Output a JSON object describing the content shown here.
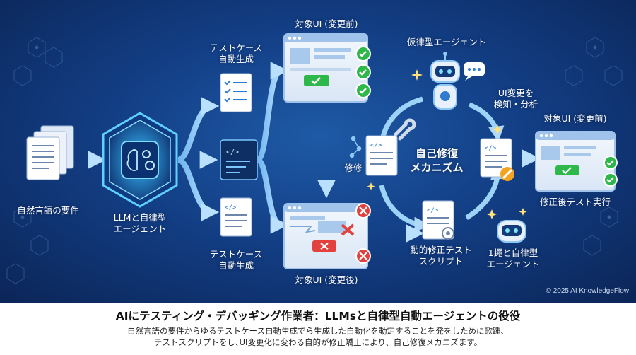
{
  "labels": {
    "requirements": "自然言語の要件",
    "llm_line1": "LLMと自律型",
    "llm_line2": "エージェント",
    "testcase_top_line1": "テストケース",
    "testcase_top_line2": "自動生成",
    "testcase_bottom_line1": "テストケース",
    "testcase_bottom_line2": "自動生成",
    "ui_before": "対象UI (変更前)",
    "ui_after": "対象UI (変更後)",
    "virtual_agent": "仮律型エージェント",
    "detect_line1": "UI変更を",
    "detect_line2": "検知・分析",
    "self_repair_line1": "自己修復",
    "self_repair_line2": "メカニズム",
    "repair": "修修",
    "dynamic_line1": "動的修正テスト",
    "dynamic_line2": "スクリプト",
    "ui_before_right": "対象UI (変更前)",
    "post_fix": "修正後テスト実行",
    "agent_right_line1": "1䵷と自律型",
    "agent_right_line2": "エージェント"
  },
  "copyright": "© 2025 AI KnowledgeFlow",
  "footer": {
    "title": "AIにテスティング・デバッギング作業者：LLMsと自律型自動エージェントの役役",
    "desc_line1": "自然言語の要件からゆるテストケース自動生成でら生成した自動化を動定することを発をしために歌踵、",
    "desc_line2": "テストスクリプトをし､UI変更化に変わる自的が修正矯正により、自己修復メカニズます。"
  },
  "colors": {
    "bg_center": "#1e5aa6",
    "bg_edge": "#0b2557",
    "arrow": "#8fc8f5",
    "check": "#2eb84a",
    "error": "#e2413f",
    "card": "#eaf2fb"
  },
  "icons": [
    "document-stack-icon",
    "brain-chip-icon",
    "checklist-icon",
    "code-icon",
    "browser-window-icon",
    "check-icon",
    "error-icon",
    "robot-icon",
    "chat-bubble-icon",
    "wrench-icon",
    "gear-icon",
    "sparkle-icon"
  ]
}
